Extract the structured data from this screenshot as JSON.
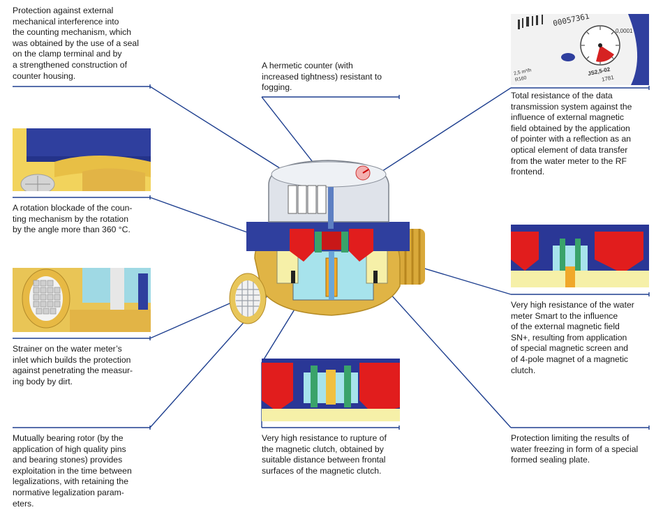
{
  "callouts": {
    "external_interference": "Protection against external\nmechanical interference into\nthe counting mechanism, which\nwas obtained by the use of a seal\non the clamp terminal and by\na strengthened construction of\ncounter housing.",
    "hermetic_counter": "A hermetic counter (with\nincreased tightness) resistant to\nfogging.",
    "data_transmission": "Total resistance of the data\ntransmission system against the\ninfluence of external magnetic\nfield obtained by the application\nof pointer with a reflection as an\noptical element of data transfer\nfrom the water meter to the RF\nfrontend.",
    "rotation_blockade": "A rotation blockade of the coun-\nting mechanism by the rotation\nby the angle more than 360 °C.",
    "magnetic_resistance": "Very high resistance of the water\nmeter Smart to the influence\nof the external magnetic field\nSN+, resulting from application\nof special magnetic screen and\nof  4-pole magnet of a magnetic\nclutch.",
    "strainer": "Strainer on the water meter’s\ninlet which builds the protection\nagainst penetrating the measur-\ning body by dirt.",
    "rotor": "Mutually bearing rotor (by the\napplication of high quality pins\nand bearing stones) provides\nexploitation in the time between\nlegalizations, with retaining the\nnormative legalization param-\neters.",
    "clutch_rupture": "Very high resistance to rupture of\nthe magnetic clutch, obtained by\nsuitable distance between frontal\nsurfaces of the magnetic clutch.",
    "freezing": "Protection limiting the results of\nwater freezing in form of a special\nformed sealing plate."
  },
  "dial": {
    "serial": "00057361",
    "scale": "0,0001",
    "flow": "2,5 m³/h",
    "ratio": "R160",
    "model": "JS2,5-02",
    "number": "1781"
  },
  "colors": {
    "leader": "#1e3f8f",
    "brass": "#e8c65a",
    "magnet_red": "#e11d1d",
    "housing_blue": "#2f3f9e"
  }
}
